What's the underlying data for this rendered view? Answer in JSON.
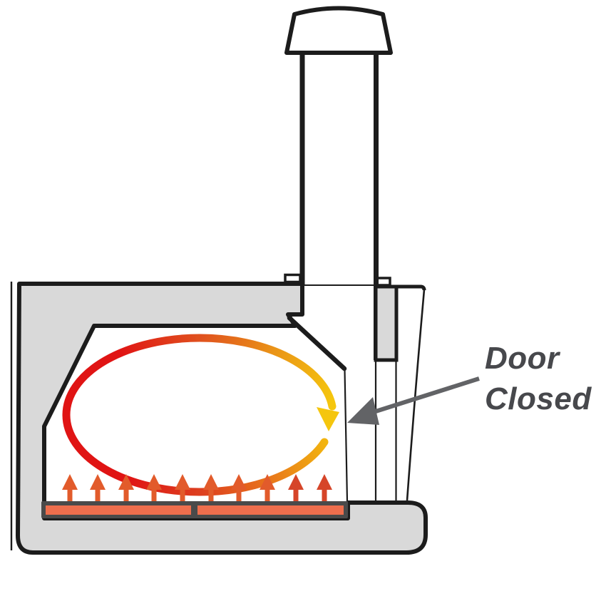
{
  "diagram": {
    "name": "pizza-oven-heat-circulation-door-closed",
    "annotation": {
      "line1": "Door",
      "line2": "Closed"
    },
    "colors": {
      "body": "#d9d9d9",
      "outline": "#1c1c1c",
      "white": "#ffffff",
      "floor_border": "#4a4a4a",
      "floor_fill": "#ee6e4d",
      "arrow_orange": "#e25b2b",
      "arrow_red": "#d64529",
      "loop_red": "#e01414",
      "loop_red_orange": "#dd3e1f",
      "loop_orange": "#e0501e",
      "loop_deep_orange": "#e8741b",
      "loop_gold": "#ea9417",
      "loop_amber": "#f2b40f",
      "loop_yellow": "#f5c60e",
      "leader": "#626366",
      "label_text": "#47484c"
    },
    "heat_arrows": {
      "count": 10,
      "x_positions": [
        98,
        137,
        177,
        216,
        256,
        296,
        335,
        375,
        415,
        455
      ],
      "tones": [
        "orange",
        "orange",
        "orange",
        "orange",
        "orange",
        "orange",
        "orange",
        "orange",
        "red",
        "red"
      ]
    }
  }
}
